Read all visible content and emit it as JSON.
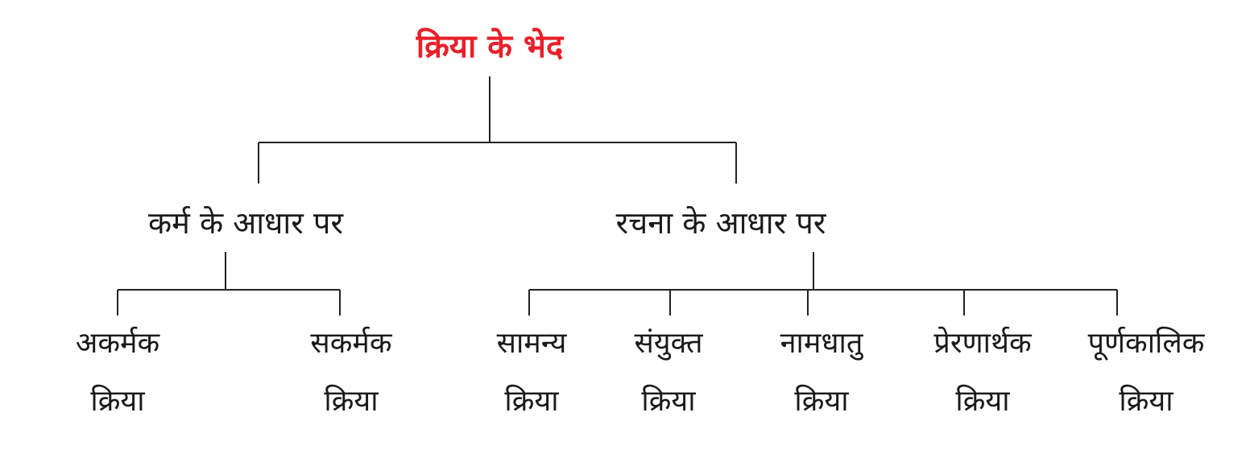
{
  "title": "क्रिया के भेद",
  "branches": [
    {
      "label": "कर्म के आधार पर",
      "children": [
        {
          "name": "अकर्मक",
          "suffix": "क्रिया"
        },
        {
          "name": "सकर्मक",
          "suffix": "क्रिया"
        }
      ]
    },
    {
      "label": "रचना के आधार पर",
      "children": [
        {
          "name": "सामन्य",
          "suffix": "क्रिया"
        },
        {
          "name": "संयुक्त",
          "suffix": "क्रिया"
        },
        {
          "name": "नामधातु",
          "suffix": "क्रिया"
        },
        {
          "name": "प्रेरणार्थक",
          "suffix": "क्रिया"
        },
        {
          "name": "पूर्णकालिक",
          "suffix": "क्रिया"
        }
      ]
    }
  ],
  "colors": {
    "title": "#e8202a",
    "text": "#1a1a1a",
    "lines": "#222222"
  }
}
